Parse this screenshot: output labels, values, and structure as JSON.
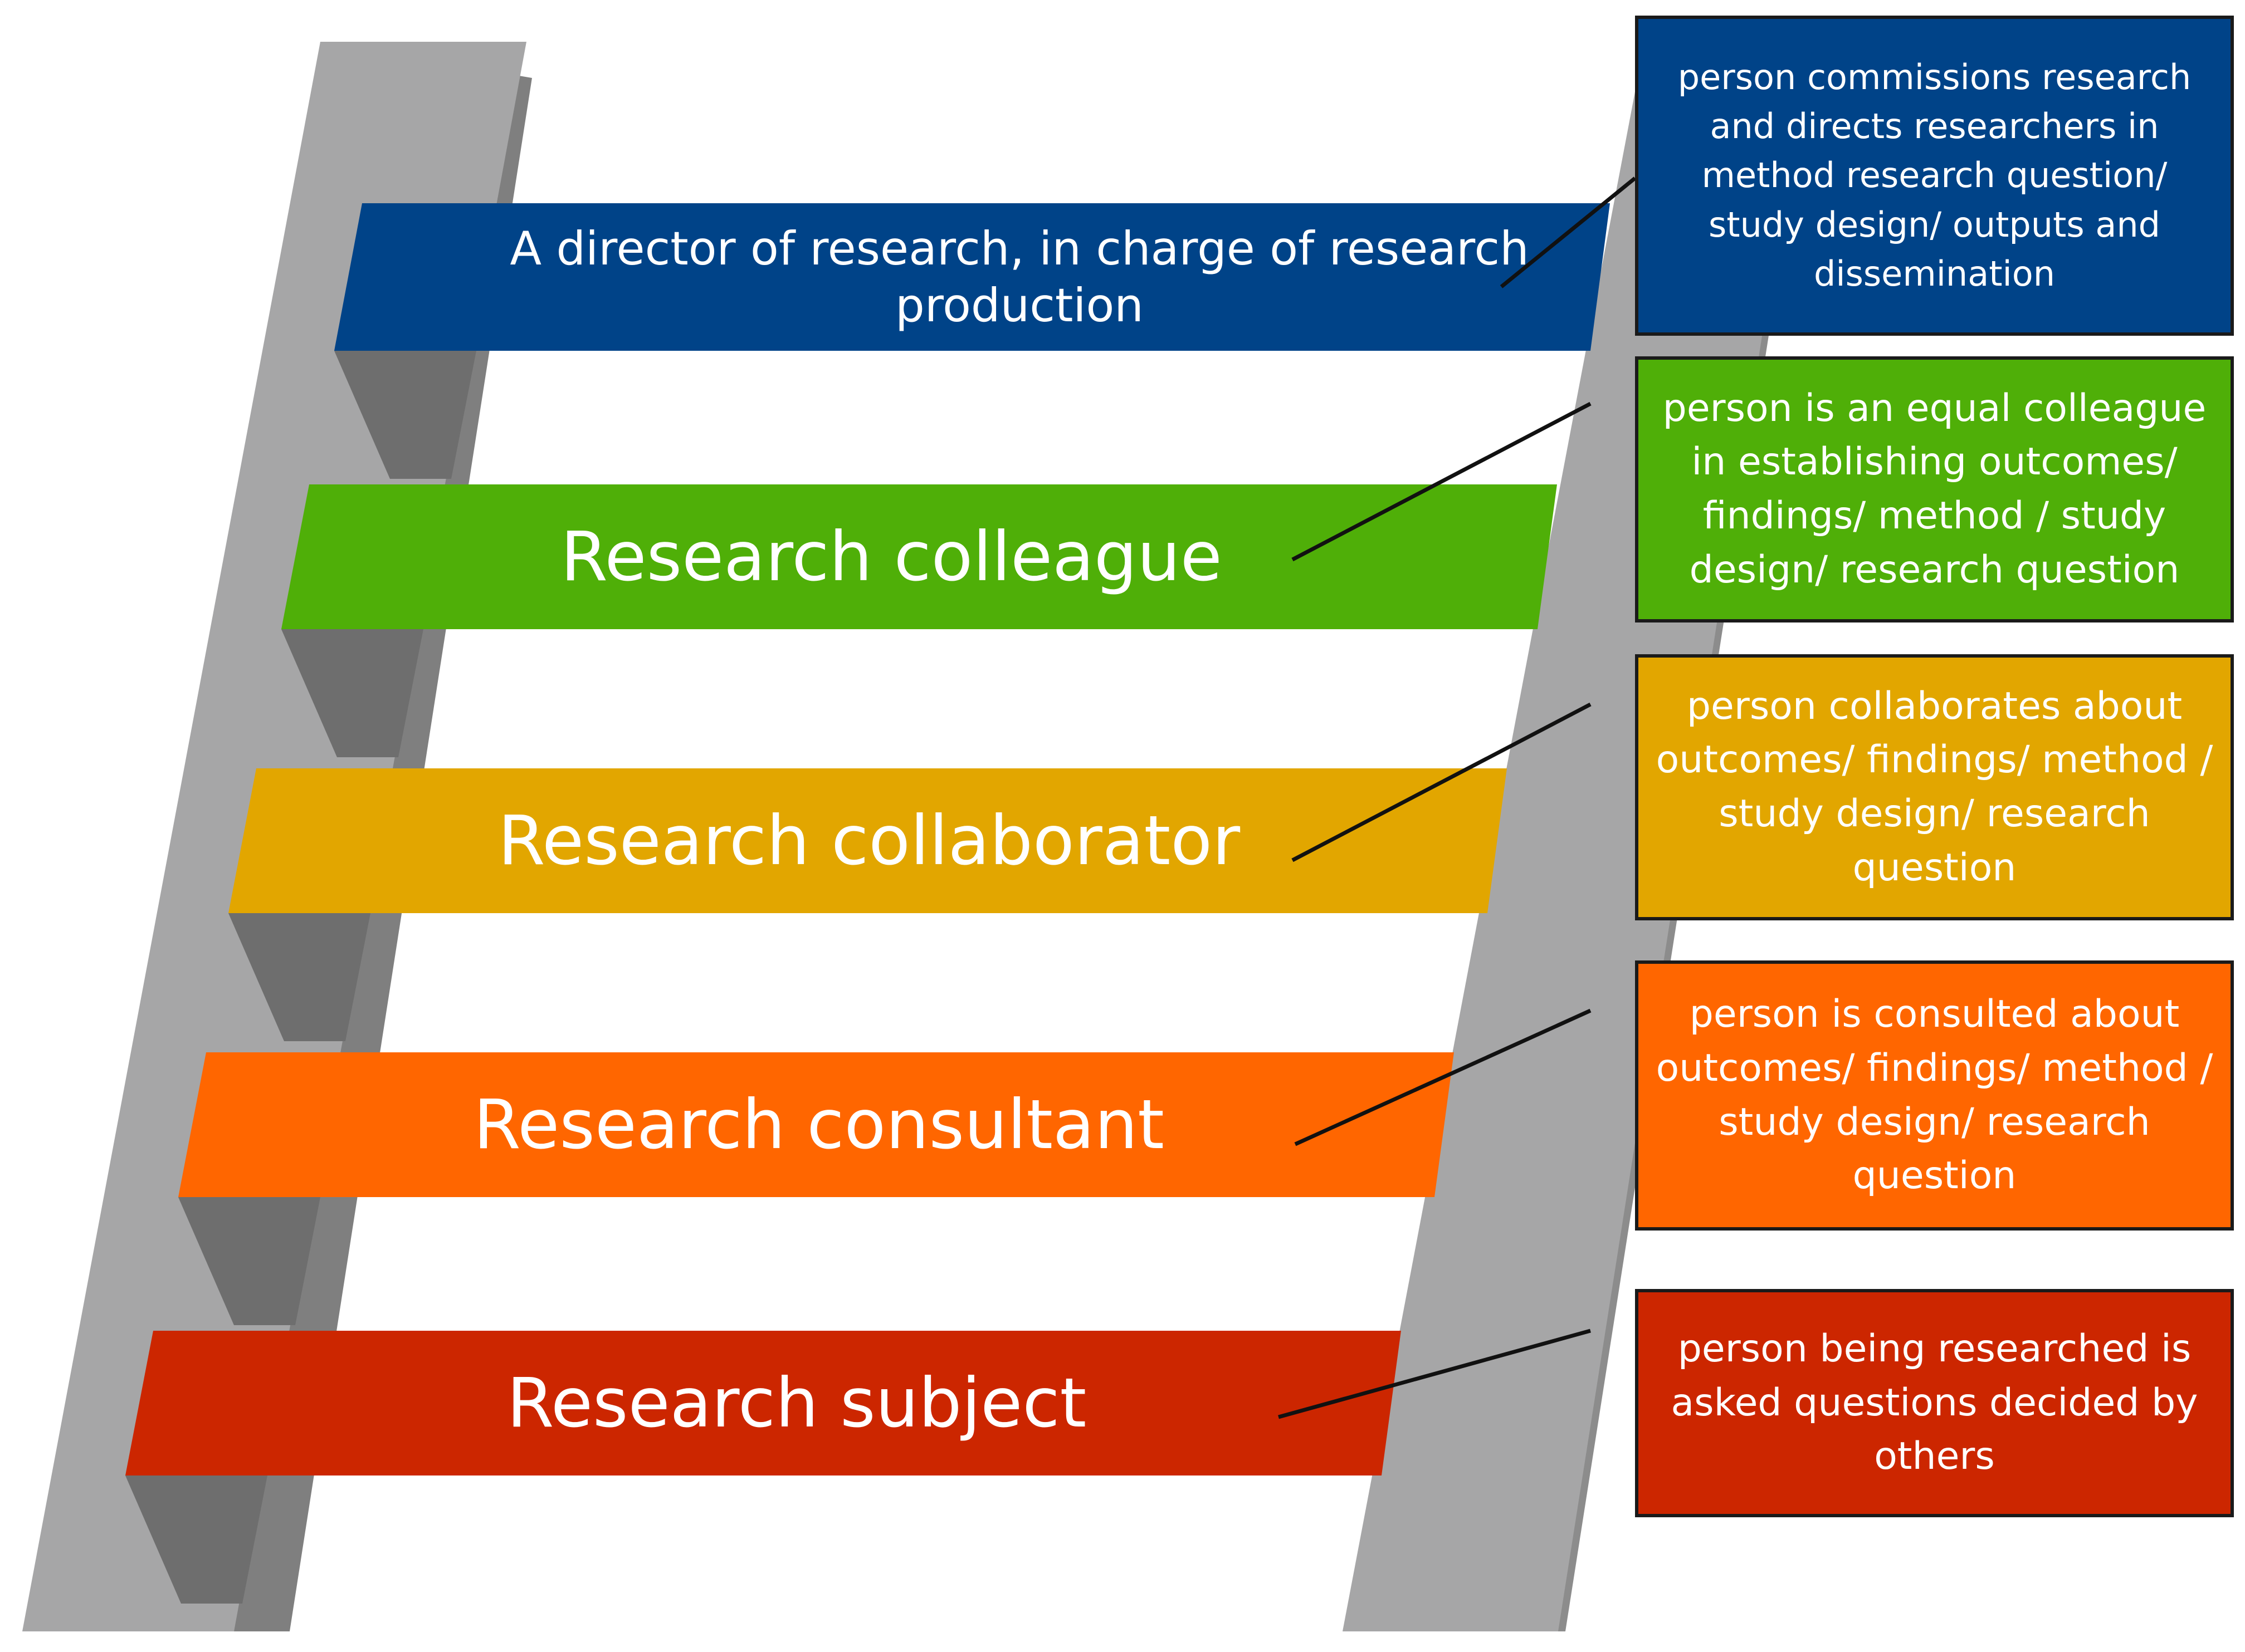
{
  "rungs": [
    {
      "label": "A director of research, in charge of research production",
      "color": "#004388"
    },
    {
      "label": "Research colleague",
      "color": "#4faf08"
    },
    {
      "label": "Research collaborator",
      "color": "#e2a600"
    },
    {
      "label": "Research consultant",
      "color": "#ff6600"
    },
    {
      "label": "Research subject",
      "color": "#cc2600"
    }
  ],
  "descriptions": [
    {
      "text": "person commissions research and directs researchers in method research question/ study design/ outputs and dissemination",
      "color": "#004388"
    },
    {
      "text": "person is an equal colleague in establishing outcomes/ findings/ method / study design/ research question",
      "color": "#4faf08"
    },
    {
      "text": "person collaborates about outcomes/ findings/ method / study design/ research question",
      "color": "#e2a600"
    },
    {
      "text": "person is consulted about outcomes/ findings/ method / study design/ research question",
      "color": "#ff6600"
    },
    {
      "text": "person being researched is asked questions decided by others",
      "color": "#cc2600"
    }
  ],
  "ladder": {
    "rail_color": "#a6a6a7",
    "rail_shadow_color": "#7f7f7f"
  }
}
